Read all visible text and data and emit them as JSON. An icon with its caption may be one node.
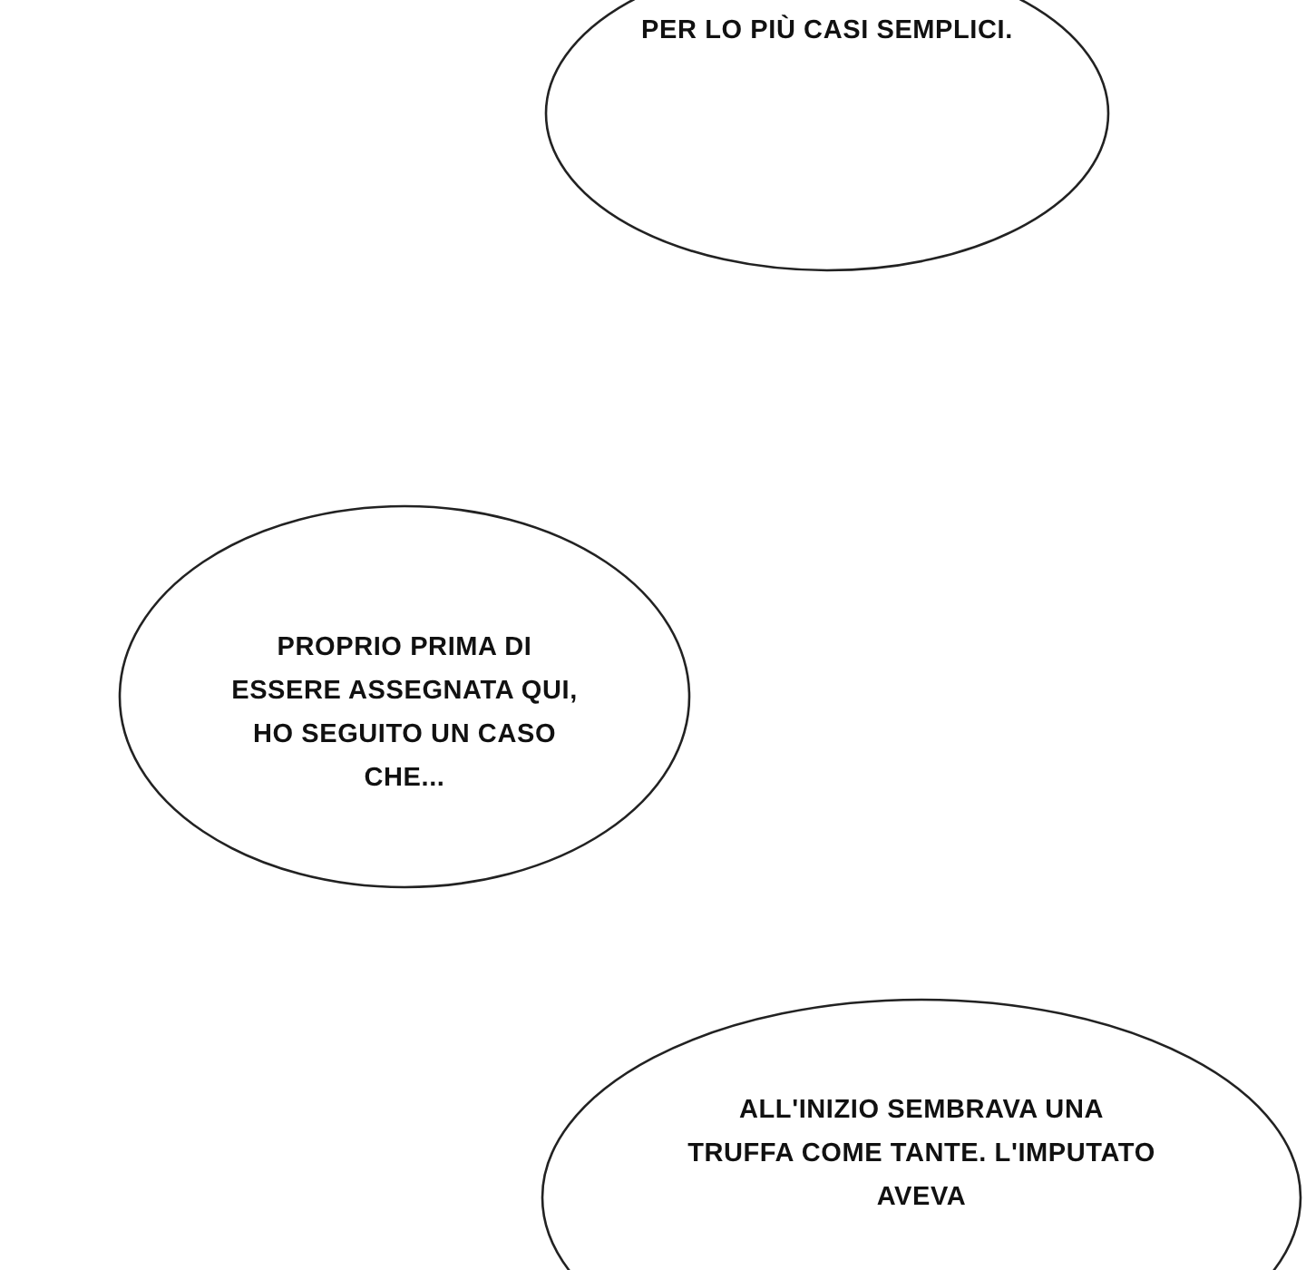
{
  "diagram": {
    "nodes": [
      {
        "text": [
          "PER LO PIÙ CASI SEMPLICI."
        ]
      },
      {
        "text": [
          "PROPRIO PRIMA DI ESSERE ASSEGNATA QUI, HO SEGUITO UN CASO CHE..."
        ]
      },
      {
        "text": [
          "ALL'INIZIO SEMBRAVA UNA TRUFFA COME TANTE. L'IMPUTATO AVEVA"
        ]
      }
    ],
    "edges": []
  }
}
